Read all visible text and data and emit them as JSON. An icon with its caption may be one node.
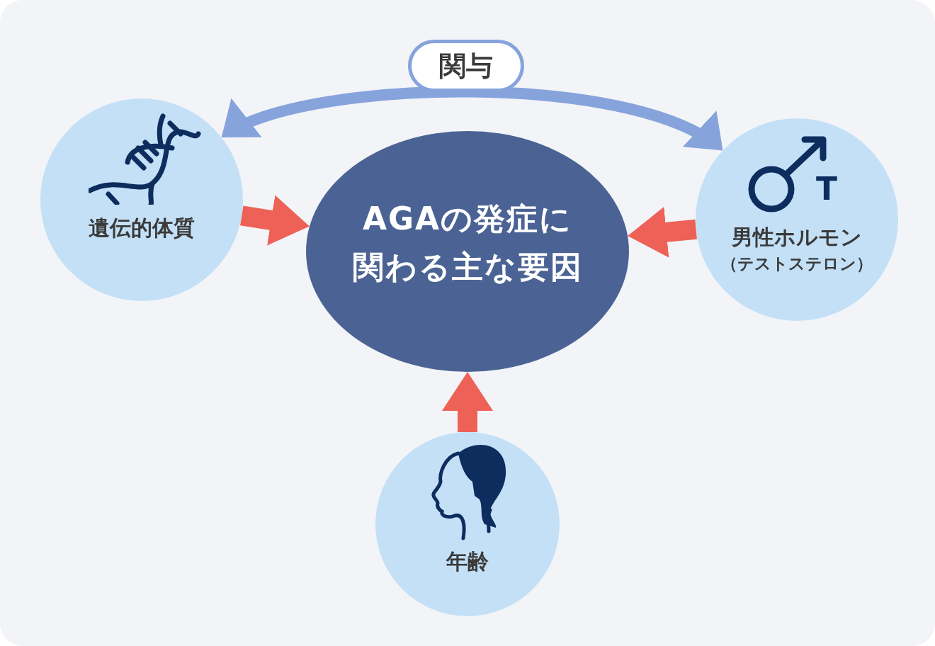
{
  "diagram": {
    "nodes": [
      {
        "text": [
          "AGAの発症に関わる主な要因"
        ]
      },
      {
        "text": [
          "遺伝的体質"
        ]
      },
      {
        "text": [
          "男性ホルモン",
          "（テストステロン）"
        ]
      },
      {
        "text": [
          "年齢"
        ]
      }
    ],
    "edges": [
      {
        "from": 1,
        "to": 2,
        "arrow": "both",
        "label": "関与",
        "color": "#86a3dc"
      },
      {
        "from": 1,
        "to": 0,
        "arrow": "to"
      },
      {
        "from": 2,
        "to": 0,
        "arrow": "to"
      },
      {
        "from": 3,
        "to": 0,
        "arrow": "to"
      }
    ],
    "labels": [
      "T"
    ]
  }
}
